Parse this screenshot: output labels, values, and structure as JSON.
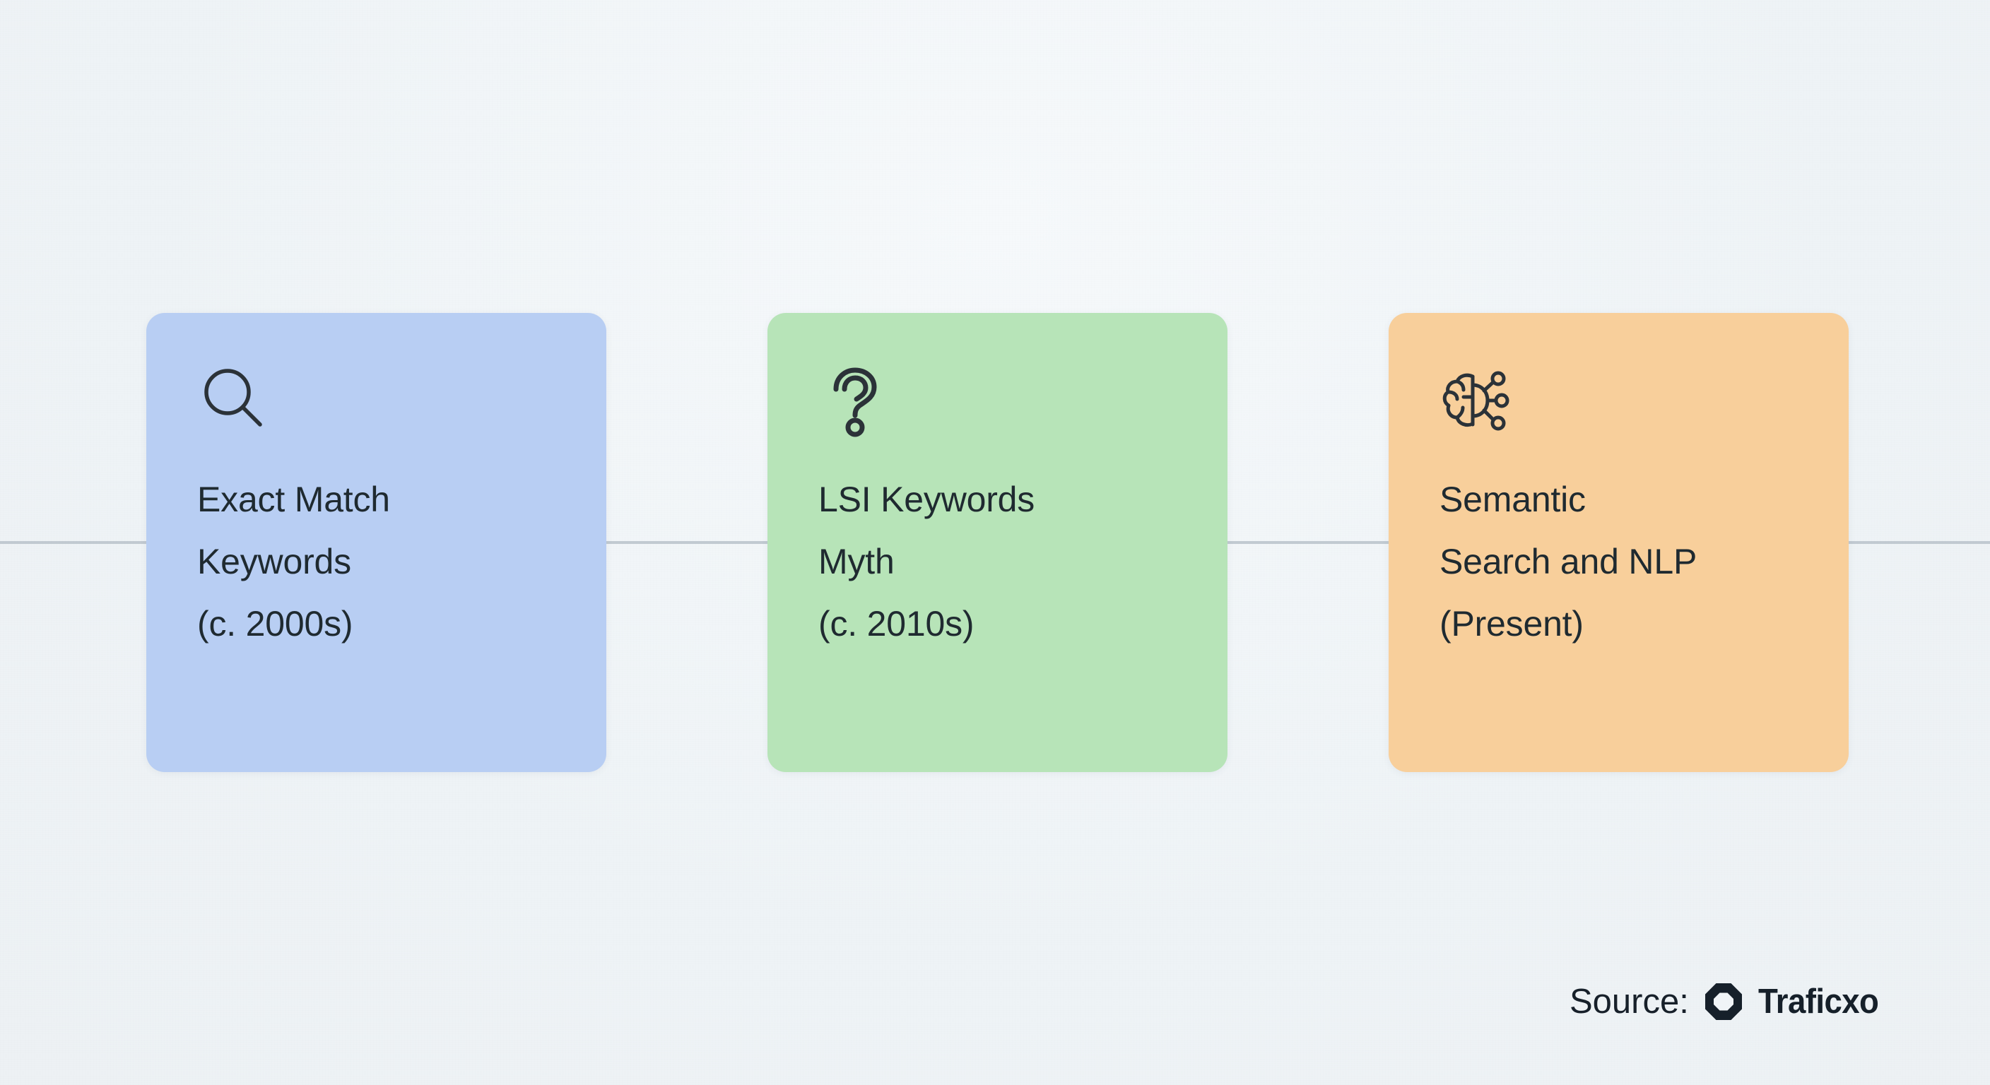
{
  "background": {
    "color": "#f0f4f7",
    "timeline_line_color": "#b9c2ca"
  },
  "timeline": {
    "cards": [
      {
        "icon": "magnifier-search-icon",
        "label": "Exact Match\nKeywords\n(c. 2000s)",
        "title": "Exact Match Keywords",
        "period": "(c. 2000s)",
        "color": "#b8cef3",
        "text_color": "#1f2a30"
      },
      {
        "icon": "question-mark-icon",
        "label": "LSI Keywords\nMyth\n(c. 2010s)",
        "title": "LSI Keywords Myth",
        "period": "(c. 2010s)",
        "color": "#b7e4b8",
        "text_color": "#1f2a30"
      },
      {
        "icon": "brain-network-ai-icon",
        "label": "Semantic\nSearch and NLP\n(Present)",
        "title": "Semantic Search and NLP",
        "period": "(Present)",
        "color": "#f8cf9b",
        "text_color": "#1f2a30"
      }
    ]
  },
  "footer": {
    "source_label": "Source:",
    "brand_name": "Traficxo",
    "brand_mark": "octagon-logo-icon",
    "brand_color": "#16202a"
  }
}
